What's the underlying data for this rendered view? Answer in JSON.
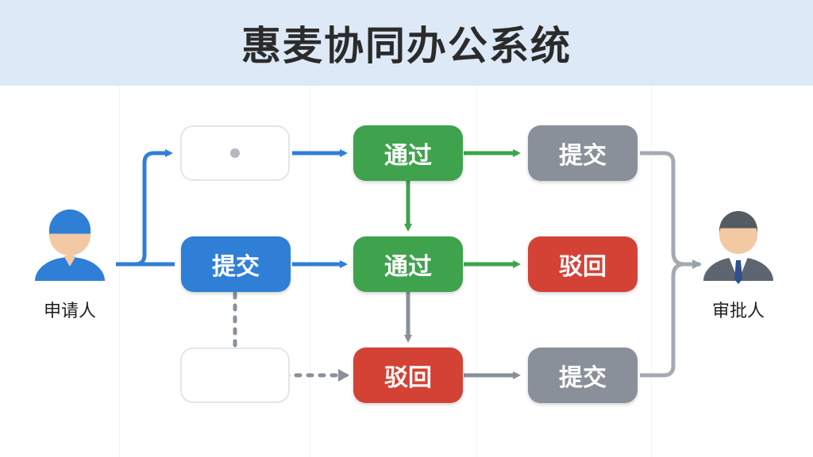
{
  "title": "惠麦协同办公系统",
  "actors": {
    "applicant": {
      "label": "申请人",
      "icon": "user-icon"
    },
    "approver": {
      "label": "审批人",
      "icon": "businessman-icon"
    }
  },
  "nodes": {
    "r1c1": {
      "label": "",
      "style": "empty"
    },
    "r1c2": {
      "label": "通过",
      "style": "green"
    },
    "r1c3": {
      "label": "提交",
      "style": "gray"
    },
    "r2c1": {
      "label": "提交",
      "style": "blue"
    },
    "r2c2": {
      "label": "通过",
      "style": "green"
    },
    "r2c3": {
      "label": "驳回",
      "style": "red"
    },
    "r3c1": {
      "label": "",
      "style": "empty"
    },
    "r3c2": {
      "label": "驳回",
      "style": "red"
    },
    "r3c3": {
      "label": "提交",
      "style": "gray"
    }
  },
  "colors": {
    "green": "#3fa34d",
    "blue": "#2f7fd6",
    "red": "#d44236",
    "gray": "#8a9099",
    "header": "#dde9f7"
  }
}
